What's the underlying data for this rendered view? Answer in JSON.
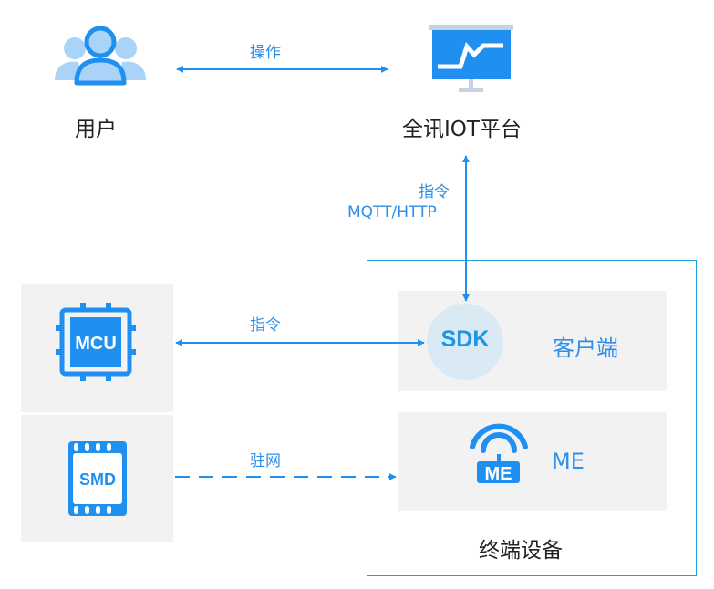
{
  "colors": {
    "accent": "#1f8ff0",
    "icon_light": "#a9d3f7",
    "box_border": "#1aa0e0",
    "panel_bg": "#f2f2f2",
    "sdk_circle": "#daeaf4",
    "text_dark": "#222222",
    "projector_stand": "#c7d3e3"
  },
  "nodes": {
    "user": {
      "label": "用户",
      "icon": "users-icon"
    },
    "platform": {
      "label": "全讯IOT平台",
      "icon": "projector-chart-icon"
    },
    "mcu": {
      "label": "MCU",
      "icon": "chip-icon"
    },
    "smd": {
      "label": "SMD",
      "icon": "sim-card-icon"
    },
    "sdk": {
      "label": "SDK"
    },
    "client": {
      "label": "客户端"
    },
    "me": {
      "label": "ME",
      "icon_text": "ME",
      "icon": "wireless-module-icon"
    },
    "terminal": {
      "label": "终端设备"
    }
  },
  "edges": {
    "user_platform": {
      "label": "操作",
      "style": "solid",
      "direction": "both"
    },
    "platform_sdk": {
      "label_line1": "指令",
      "label_line2": "MQTT/HTTP",
      "style": "solid",
      "direction": "both"
    },
    "mcu_sdk": {
      "label": "指令",
      "style": "solid",
      "direction": "both"
    },
    "smd_me": {
      "label": "驻网",
      "style": "dashed",
      "direction": "forward"
    }
  }
}
